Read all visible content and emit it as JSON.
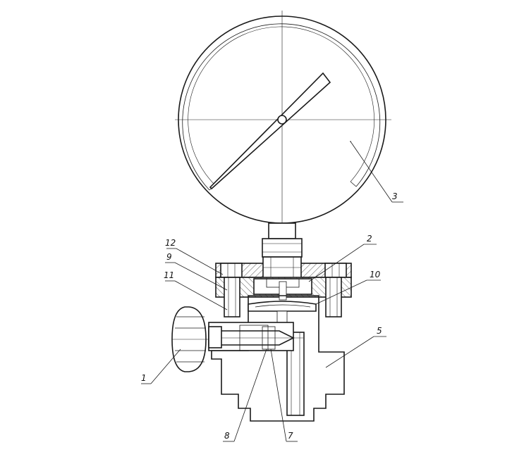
{
  "drawing": {
    "callouts": [
      {
        "id": "callout-1",
        "text": "1"
      },
      {
        "id": "callout-2",
        "text": "2"
      },
      {
        "id": "callout-3",
        "text": "3"
      },
      {
        "id": "callout-5",
        "text": "5"
      },
      {
        "id": "callout-7",
        "text": "7"
      },
      {
        "id": "callout-8",
        "text": "8"
      },
      {
        "id": "callout-9",
        "text": "9"
      },
      {
        "id": "callout-10",
        "text": "10"
      },
      {
        "id": "callout-11",
        "text": "11"
      },
      {
        "id": "callout-12",
        "text": "12"
      }
    ],
    "colors": {
      "line": "#1a1a1a",
      "background": "#ffffff"
    }
  }
}
